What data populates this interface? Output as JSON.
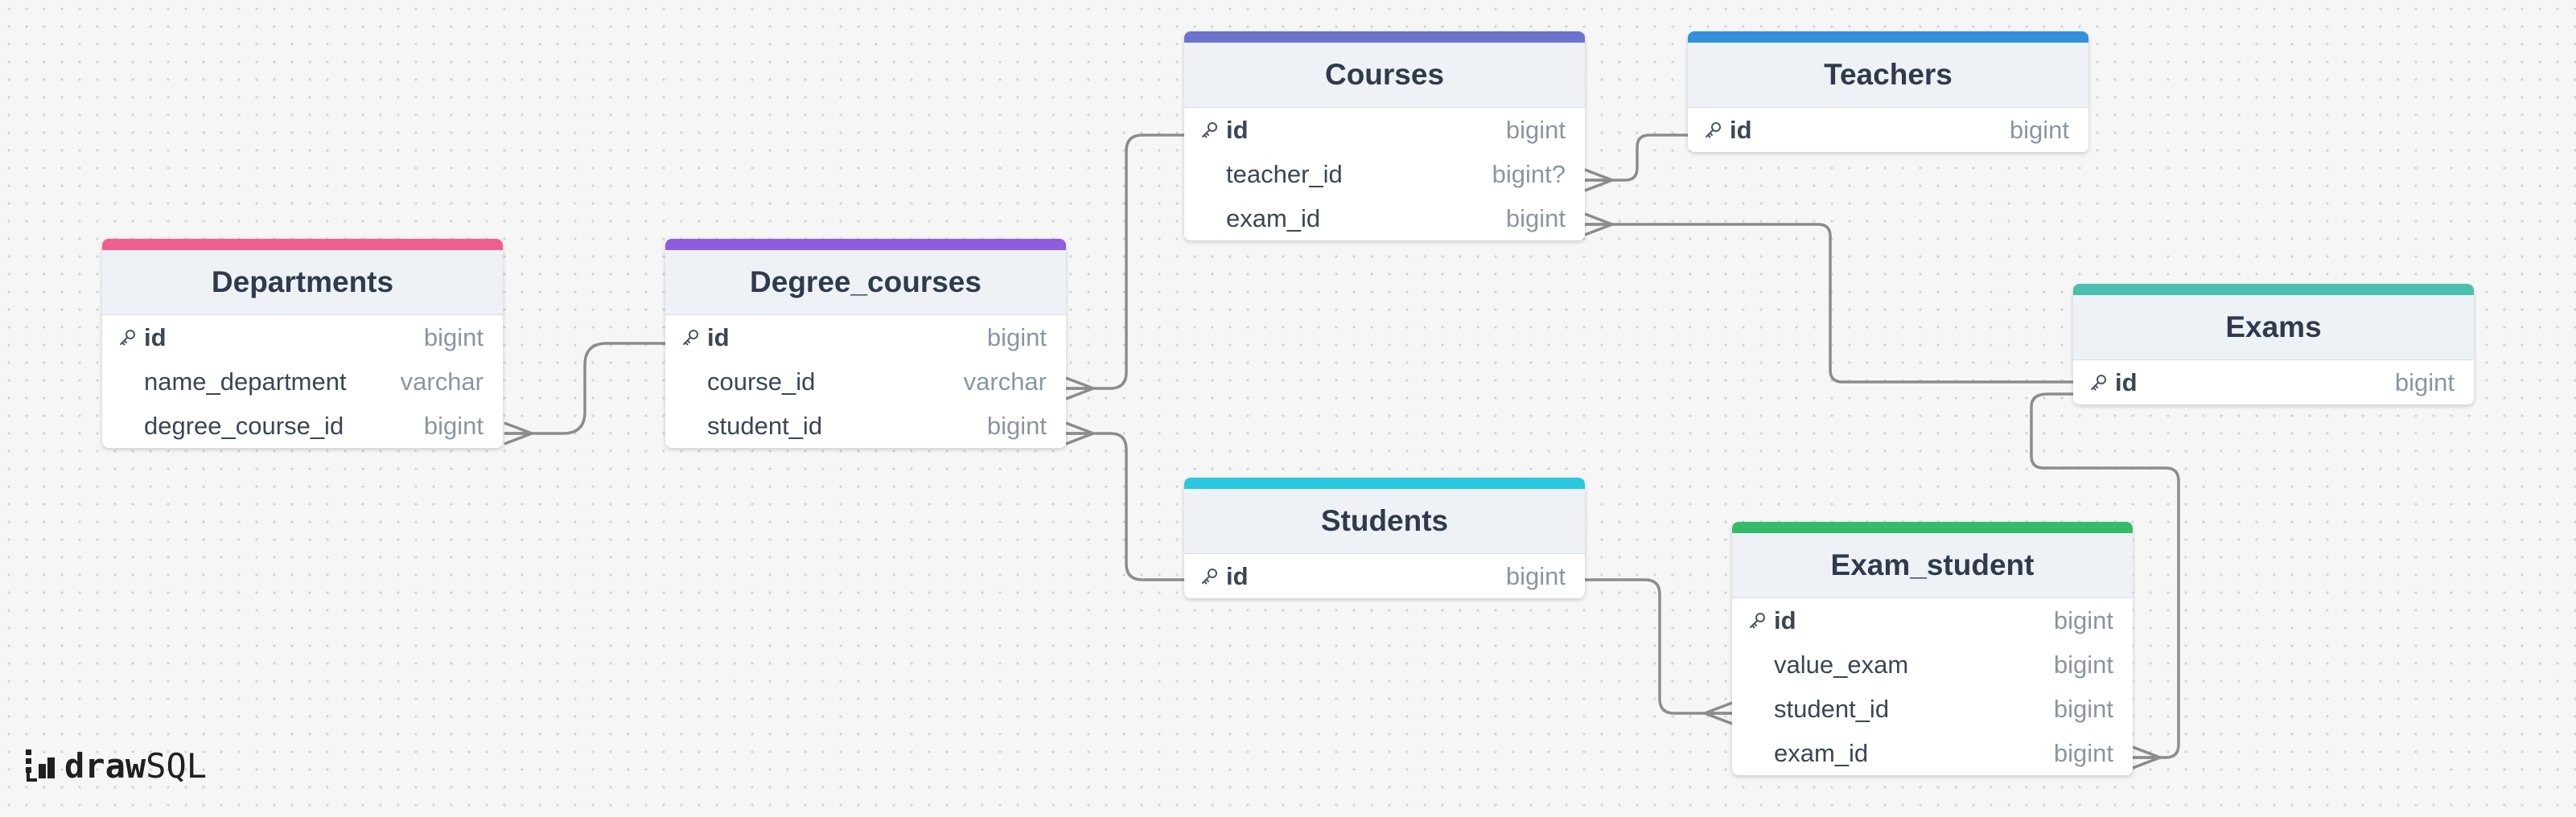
{
  "tables": [
    {
      "key": "departments",
      "title": "Departments",
      "color": "#ef5f8d",
      "columns": [
        {
          "name": "id",
          "type": "bigint",
          "pk": true
        },
        {
          "name": "name_department",
          "type": "varchar",
          "pk": false
        },
        {
          "name": "degree_course_id",
          "type": "bigint",
          "pk": false
        }
      ]
    },
    {
      "key": "degree_courses",
      "title": "Degree_courses",
      "color": "#8f5ce0",
      "columns": [
        {
          "name": "id",
          "type": "bigint",
          "pk": true
        },
        {
          "name": "course_id",
          "type": "varchar",
          "pk": false
        },
        {
          "name": "student_id",
          "type": "bigint",
          "pk": false
        }
      ]
    },
    {
      "key": "courses",
      "title": "Courses",
      "color": "#6a72cc",
      "columns": [
        {
          "name": "id",
          "type": "bigint",
          "pk": true
        },
        {
          "name": "teacher_id",
          "type": "bigint?",
          "pk": false
        },
        {
          "name": "exam_id",
          "type": "bigint",
          "pk": false
        }
      ]
    },
    {
      "key": "teachers",
      "title": "Teachers",
      "color": "#3590dc",
      "columns": [
        {
          "name": "id",
          "type": "bigint",
          "pk": true
        }
      ]
    },
    {
      "key": "exams",
      "title": "Exams",
      "color": "#4bbfad",
      "columns": [
        {
          "name": "id",
          "type": "bigint",
          "pk": true
        }
      ]
    },
    {
      "key": "students",
      "title": "Students",
      "color": "#2cc7e0",
      "columns": [
        {
          "name": "id",
          "type": "bigint",
          "pk": true
        }
      ]
    },
    {
      "key": "exam_student",
      "title": "Exam_student",
      "color": "#37bb6a",
      "columns": [
        {
          "name": "id",
          "type": "bigint",
          "pk": true
        },
        {
          "name": "value_exam",
          "type": "bigint",
          "pk": false
        },
        {
          "name": "student_id",
          "type": "bigint",
          "pk": false
        },
        {
          "name": "exam_id",
          "type": "bigint",
          "pk": false
        }
      ]
    }
  ],
  "relations": [
    {
      "from": "departments.degree_course_id",
      "to": "degree_courses.id"
    },
    {
      "from": "degree_courses.course_id",
      "to": "courses.id"
    },
    {
      "from": "degree_courses.student_id",
      "to": "students.id"
    },
    {
      "from": "courses.teacher_id",
      "to": "teachers.id"
    },
    {
      "from": "courses.exam_id",
      "to": "exams.id"
    },
    {
      "from": "exam_student.student_id",
      "to": "students.id"
    },
    {
      "from": "exam_student.exam_id",
      "to": "exams.id"
    }
  ],
  "branding": {
    "draw": "draw",
    "sql": "SQL"
  },
  "line_color": "#8c8c8c"
}
